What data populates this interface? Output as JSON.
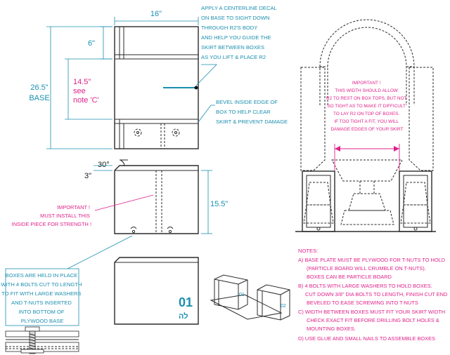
{
  "dims": {
    "width_16": "16\"",
    "height_6": "6\"",
    "base_26_5": "26.5\"",
    "base_label": "BASE",
    "gap_14_5": "14.5\"",
    "see": "see",
    "note_c": "note 'C'",
    "angle_30": "30°",
    "depth_3": "3\"",
    "height_15_5": "15.5\""
  },
  "callouts": {
    "centerline": [
      "APPLY A CENTERLINE DECAL",
      "ON BASE TO SIGHT DOWN",
      "THROUGH R2'S BODY",
      "AND HELP YOU GUIDE THE",
      "SKIRT BETWEEN BOXES",
      "AS YOU LIFT & PLACE R2"
    ],
    "bevel": [
      "BEVEL INSIDE EDGE OF",
      "BOX TO HELP CLEAR",
      "SKIRT & PREVENT DAMAGE"
    ],
    "inside_piece": [
      "IMPORTANT !",
      "MUST INSTALL THIS",
      "INSIDE PIECE FOR STRENGTH !"
    ],
    "bolts": [
      "BOXES ARE HELD IN PLACE",
      "WITH 4 BOLTS CUT TO LENGTH",
      "TO FIT WITH LARGE WASHERS",
      "AND T-NUTS INSERTED",
      "INTO BOTTOM OF",
      "PLYWOOD BASE"
    ],
    "width_warning": [
      "IMPORTANT !",
      "THIS WIDTH SHOULD ALLOW",
      "R2 TO REST ON BOX TOPS, BUT NOT",
      "SO TIGHT AS TO MAKE IT DIFFICULT",
      "TO LAY R2 ON TOP OF BOXES.",
      "IF TOO TIGHT A FIT, YOU WILL",
      "DAMAGE EDGES OF YOUR SKIRT"
    ]
  },
  "notes": {
    "heading": "NOTES:",
    "lines": [
      "A) BASE PLATE MUST BE PLYWOOD FOR T-NUTS TO HOLD",
      "(PARTICLE BOARD WILL CRUMBLE ON T-NUTS).",
      "BOXES CAN BE PARTICLE BOARD",
      "B) 4 BOLTS WITH LARGE WASHERS TO HOLD BOXES.",
      "CUT DOWN 3/8\" DIA BOLTS TO LENGTH, FINISH CUT END",
      "BEVELED TO EASE SCREWING INTO T-NUTS",
      "C)  WIDTH BETWEEN BOXES MUST FIT YOUR SKIRT WIDTH",
      "CHECK EXACT FIT BEFORE DRILLING BOLT HOLES &",
      "MOUNTING BOXES.",
      "D) USE GLUE AND SMALL NAILS TO ASSEMBLE BOXES"
    ]
  },
  "labels": {
    "box_01": "01",
    "box_02": "02",
    "big_01": "01",
    "logo_mark": "לה"
  },
  "colors": {
    "cyan": "#1b8fb0",
    "magenta": "#e0218a",
    "line": "#2a2a2a"
  }
}
